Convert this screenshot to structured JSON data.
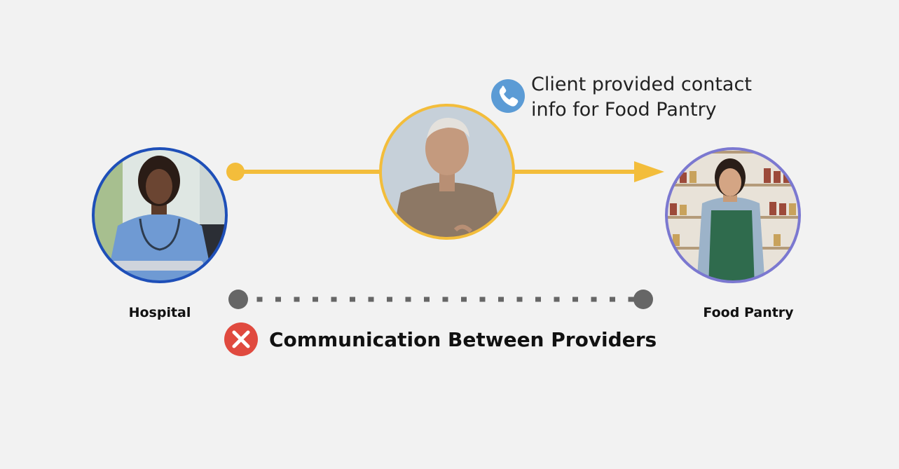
{
  "nodes": {
    "hospital": {
      "label": "Hospital",
      "ring_color": "#1e4fb8"
    },
    "client": {
      "ring_color": "#f3bd3b"
    },
    "food_pantry": {
      "label": "Food Pantry",
      "ring_color": "#7b78d0"
    }
  },
  "callout": {
    "icon": "phone-icon",
    "icon_color": "#5b9bd5",
    "line1": "Client provided contact",
    "line2": "info for Food Pantry"
  },
  "referral_arrow": {
    "color": "#f3bd3b"
  },
  "provider_link": {
    "color": "#666666",
    "status_icon": "x-circle-icon",
    "status_color": "#e04a3f",
    "label": "Communication Between Providers"
  }
}
